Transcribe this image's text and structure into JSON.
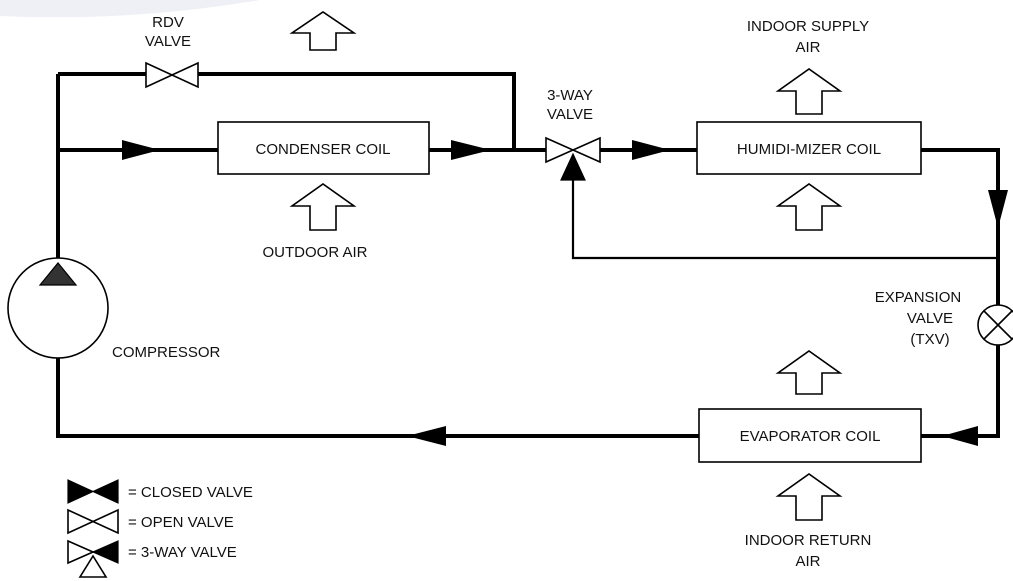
{
  "components": {
    "rdv_valve": {
      "line1": "RDV",
      "line2": "VALVE"
    },
    "three_way_valve": {
      "line1": "3-WAY",
      "line2": "VALVE"
    },
    "condenser_coil": "CONDENSER COIL",
    "humidimizer_coil": "HUMIDI-MIZER COIL",
    "evaporator_coil": "EVAPORATOR COIL",
    "compressor": "COMPRESSOR",
    "expansion_valve": {
      "line1": "EXPANSION",
      "line2": "VALVE",
      "line3": "(TXV)"
    }
  },
  "air_labels": {
    "outdoor_air": "OUTDOOR AIR",
    "indoor_supply_air": {
      "line1": "INDOOR SUPPLY",
      "line2": "AIR"
    },
    "indoor_return_air": {
      "line1": "INDOOR RETURN",
      "line2": "AIR"
    }
  },
  "legend": {
    "closed_valve": "= CLOSED VALVE",
    "open_valve": "= OPEN VALVE",
    "three_way_valve": "= 3-WAY VALVE"
  }
}
